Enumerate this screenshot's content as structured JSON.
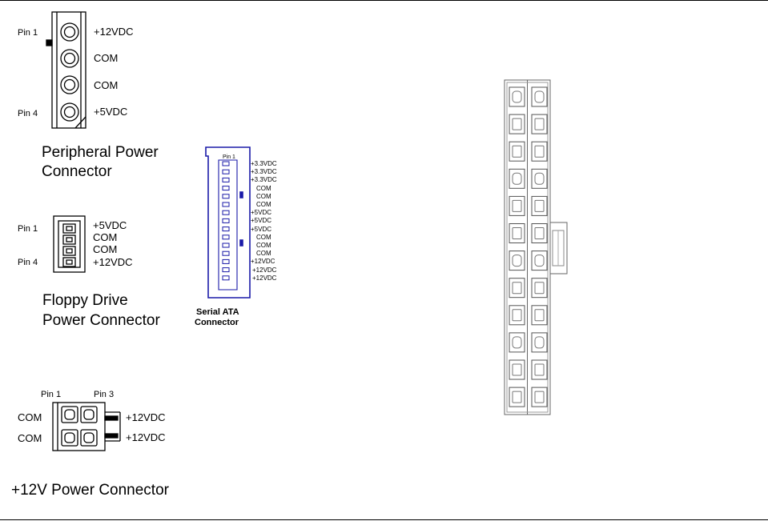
{
  "peripheral": {
    "pin_first": "Pin 1",
    "pin_last": "Pin 4",
    "pins": [
      "+12VDC",
      "COM",
      "COM",
      "+5VDC"
    ],
    "title_line1": "Peripheral Power",
    "title_line2": "Connector"
  },
  "floppy": {
    "pin_first": "Pin 1",
    "pin_last": "Pin 4",
    "pins": [
      "+5VDC",
      "COM",
      "COM",
      "+12VDC"
    ],
    "title_line1": "Floppy Drive",
    "title_line2": "Power Connector"
  },
  "sata": {
    "pin_first": "Pin 1",
    "pins": [
      "+3.3VDC",
      "+3.3VDC",
      "+3.3VDC",
      "COM",
      "COM",
      "COM",
      "+5VDC",
      "+5VDC",
      "+5VDC",
      "COM",
      "COM",
      "COM",
      "+12VDC",
      "+12VDC",
      "+12VDC"
    ],
    "title_line1": "Serial ATA",
    "title_line2": "Connector",
    "color": "#1a1aa8"
  },
  "p12v": {
    "pin_left": "Pin 1",
    "pin_right": "Pin 3",
    "left_labels": [
      "COM",
      "COM"
    ],
    "right_labels": [
      "+12VDC",
      "+12VDC"
    ],
    "title": "+12V Power Connector"
  }
}
